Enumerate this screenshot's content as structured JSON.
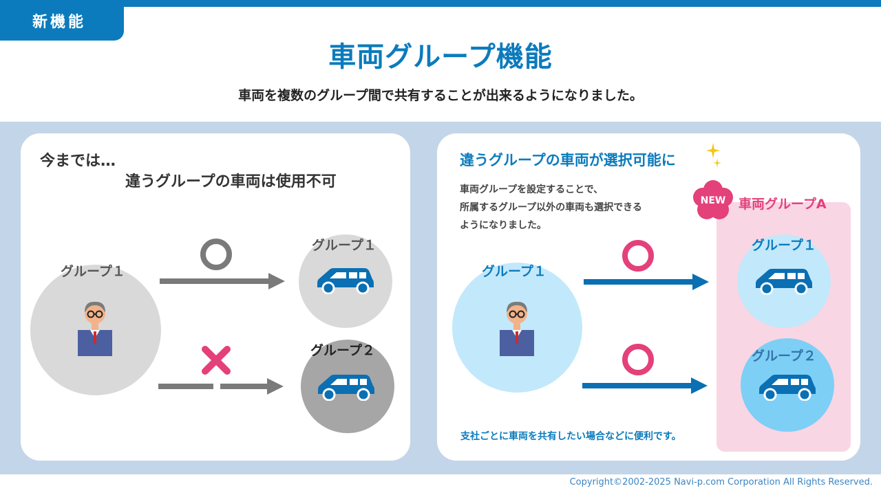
{
  "header": {
    "badge": "新機能",
    "title": "車両グループ機能",
    "subtitle": "車両を複数のグループ間で共有することが出来るようになりました。"
  },
  "left_panel": {
    "heading": "今までは…",
    "subheading": "違うグループの車両は使用不可",
    "source_group": "グループ１",
    "target_group_1": "グループ１",
    "target_group_2": "グループ２",
    "mark_ok": "circle-mark",
    "mark_ng": "cross-mark"
  },
  "right_panel": {
    "heading": "違うグループの車両が選択可能に",
    "description_lines": [
      "車両グループを設定することで、",
      "所属するグループ以外の車両も選択できる",
      "ようになりました。"
    ],
    "new_badge": "NEW",
    "vehicle_group_label": "車両グループA",
    "source_group": "グループ１",
    "target_group_1": "グループ１",
    "target_group_2": "グループ２",
    "footer_note": "支社ごとに車両を共有したい場合などに便利です。"
  },
  "footer": {
    "copyright": "Copyright©2002-2025 Navi-p.com Corporation All Rights Reserved."
  },
  "colors": {
    "brand_blue": "#0b7bbd",
    "band": "#c3d5e8",
    "pink": "#e4407a",
    "pink_box": "#f9d6e3",
    "gray_arrow": "#7a7a7a"
  }
}
